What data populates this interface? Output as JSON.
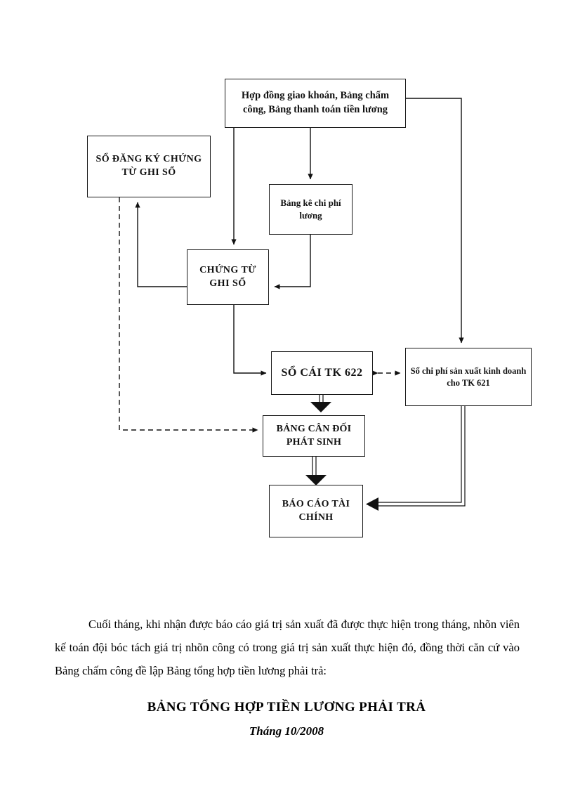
{
  "document": {
    "type": "accounting-flowchart-page",
    "language": "vi"
  },
  "flowchart": {
    "nodes": [
      {
        "id": "top",
        "label": "Hợp đồng giao khoán, Bảng chấm công, Bảng thanh toán tiền lương"
      },
      {
        "id": "register",
        "label": "SỔ ĐĂNG KÝ CHỨNG TỪ GHI SỔ"
      },
      {
        "id": "bangke",
        "label": "Bảng kê chi phí lương"
      },
      {
        "id": "chungtu",
        "label": "CHỨNG TỪ GHI SỔ"
      },
      {
        "id": "socai",
        "label": "SỔ CÁI TK 622"
      },
      {
        "id": "sochiphi",
        "label": "Sổ chi phí sản xuất kinh doanh cho TK 621"
      },
      {
        "id": "cando",
        "label": "BẢNG CÂN ĐỐI PHÁT SINH"
      },
      {
        "id": "baocao",
        "label": "BÁO CÁO TÀI CHÍNH"
      }
    ],
    "edges": [
      {
        "from": "top",
        "to": "bangke",
        "style": "solid",
        "direction": "down"
      },
      {
        "from": "top",
        "to": "chungtu",
        "style": "solid",
        "direction": "down"
      },
      {
        "from": "top",
        "to": "sochiphi",
        "style": "solid",
        "direction": "down-right"
      },
      {
        "from": "bangke",
        "to": "chungtu",
        "style": "solid",
        "direction": "left"
      },
      {
        "from": "chungtu",
        "to": "register",
        "style": "solid",
        "direction": "up-left"
      },
      {
        "from": "chungtu",
        "to": "socai",
        "style": "solid",
        "direction": "down-right"
      },
      {
        "from": "register",
        "to": "cando",
        "style": "dashed",
        "direction": "down-right"
      },
      {
        "from": "socai",
        "to": "sochiphi",
        "style": "dashed",
        "direction": "both"
      },
      {
        "from": "socai",
        "to": "cando",
        "style": "double",
        "direction": "down"
      },
      {
        "from": "cando",
        "to": "baocao",
        "style": "double",
        "direction": "down"
      },
      {
        "from": "sochiphi",
        "to": "baocao",
        "style": "double",
        "direction": "down-left"
      }
    ],
    "colors": {
      "stroke": "#1a1a1a",
      "fill": "#ffffff"
    }
  },
  "text": {
    "paragraph": "Cuối tháng, khi nhận được báo cáo giá trị sản xuất đã được thực hiện trong tháng, nhõn viên kế toán đội bóc tách giá trị nhõn công có trong giá trị sản xuất thực hiện đó, đồng thời căn cứ vào Bảng chấm công đề lập Bảng tổng hợp tiền lương phải trả:",
    "heading": "BẢNG TỔNG HỢP TIỀN LƯƠNG PHẢI TRẢ",
    "subheading": "Tháng 10/2008"
  }
}
